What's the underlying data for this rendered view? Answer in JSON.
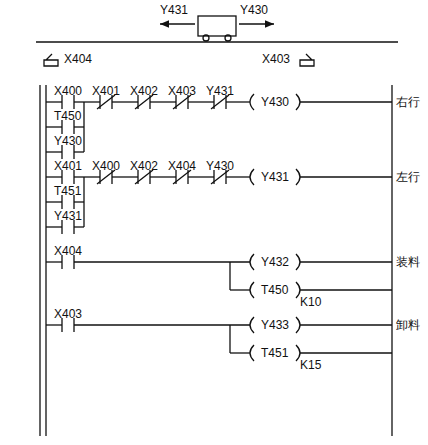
{
  "diagram": {
    "labels": [
      "Y431",
      "Y430",
      "X404",
      "X403",
      "X400",
      "X401",
      "X402",
      "X403",
      "Y431",
      "Y430",
      "右行",
      "T450",
      "Y430",
      "X401",
      "X400",
      "X402",
      "X404",
      "Y430",
      "Y431",
      "左行",
      "T451",
      "Y431",
      "X404",
      "Y432",
      "装料",
      "T450",
      "K10",
      "X403",
      "Y433",
      "卸料",
      "T451",
      "K15"
    ]
  }
}
